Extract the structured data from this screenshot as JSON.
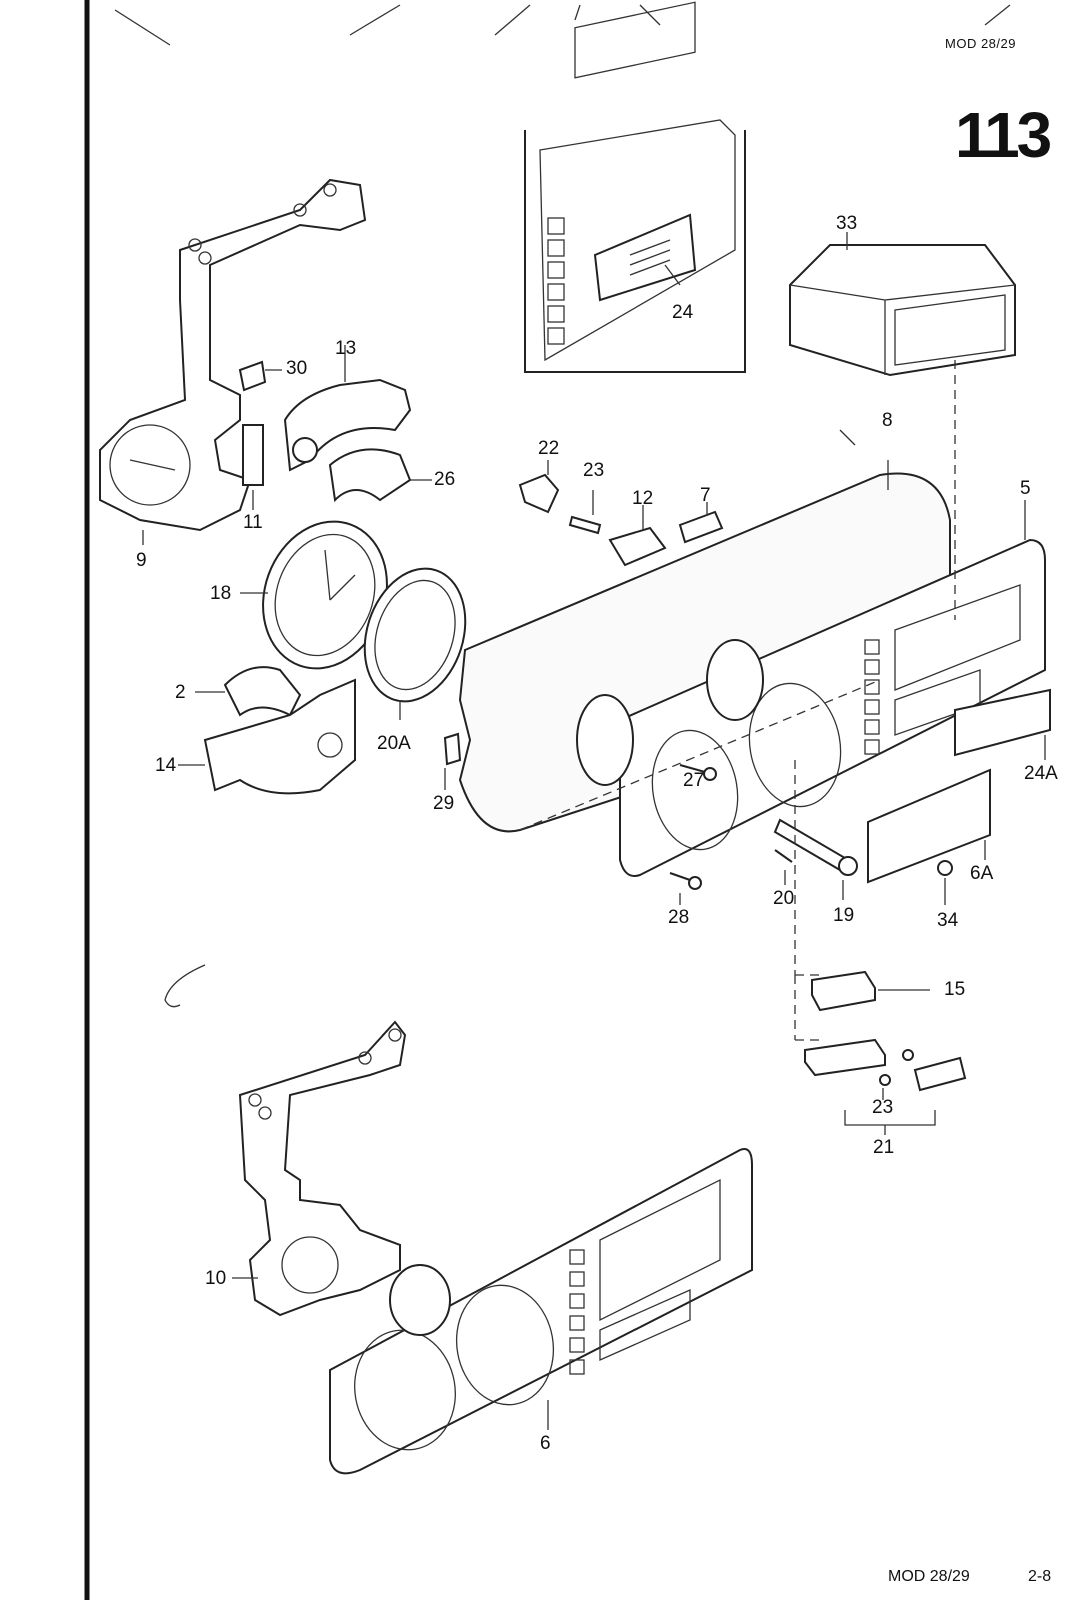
{
  "header": {
    "model": "MOD 28/29",
    "group": "113"
  },
  "footer": {
    "model": "MOD 28/29",
    "page": "2-8"
  },
  "callouts": {
    "c30": "30",
    "c13": "13",
    "c9": "9",
    "c11": "11",
    "c26": "26",
    "c18": "18",
    "c2": "2",
    "c14": "14",
    "c20A": "20A",
    "c22": "22",
    "c23a": "23",
    "c12": "12",
    "c7": "7",
    "c8": "8",
    "c5": "5",
    "c33": "33",
    "c24": "24",
    "c24A": "24A",
    "c29": "29",
    "c27": "27",
    "c28": "28",
    "c20": "20",
    "c19": "19",
    "c6A": "6A",
    "c34": "34",
    "c15": "15",
    "c23b": "23",
    "c21": "21",
    "c10": "10",
    "c6": "6"
  }
}
